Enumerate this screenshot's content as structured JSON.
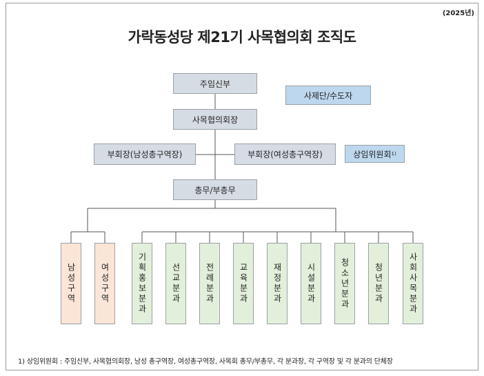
{
  "year_label": "(2025년)",
  "title": "가락동성당 제21기 사목협의회 조직도",
  "nodes": {
    "pastor": "주임신부",
    "priests_religious": "사제단/수도자",
    "council_president": "사목협의회장",
    "vice_president_male": "부회장(남성총구역장)",
    "vice_president_female": "부회장(여성총구역장)",
    "standing_committee": "상임위원회",
    "standing_committee_mark": "1)",
    "secretary": "총무/부총무"
  },
  "districts": [
    "남성구역",
    "여성구역"
  ],
  "divisions": [
    "기획홍보분과",
    "선교분과",
    "전례분과",
    "교육분과",
    "재정분과",
    "시설분과",
    "청소년분과",
    "청년분과",
    "사회사목분과"
  ],
  "footnote": "1) 상임위원회 : 주임신부, 사목협의회장, 남성 총구역장, 여성총구역장, 사목회 총무/부총무, 각 분과장, 각 구역장 및 각 분과의 단체장",
  "colors": {
    "leadership_box": "#d6dce4",
    "side_box": "#bdd7ee",
    "district_box": "#fbe5d6",
    "division_box": "#e2efda",
    "line": "#555555"
  }
}
